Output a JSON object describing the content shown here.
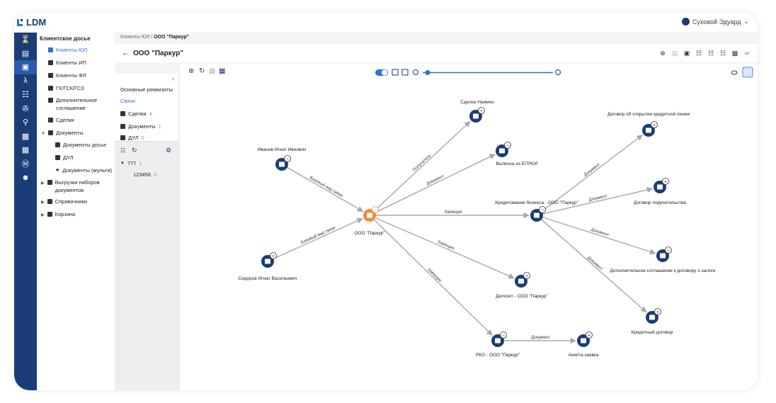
{
  "app": {
    "title": "LDM",
    "user": "Суховой Эдуард"
  },
  "sidebar": {
    "title": "Клиентское досье",
    "items": [
      {
        "label": "Клиенты ЮЛ",
        "active": true
      },
      {
        "label": "Клиенты ИП"
      },
      {
        "label": "Клиенты ФЛ"
      },
      {
        "label": "ГК/ГСК/ГСЗ"
      },
      {
        "label": "Дополнительное соглашение"
      },
      {
        "label": "Сделки"
      },
      {
        "label": "Документы"
      },
      {
        "label": "Документы досье"
      },
      {
        "label": "ДУЛ"
      },
      {
        "label": "Документы (мульти)"
      },
      {
        "label": "Выгрузки наборов документов"
      },
      {
        "label": "Справочники"
      },
      {
        "label": "Корзина"
      }
    ]
  },
  "breadcrumb": {
    "root": "Клиенты ЮЛ",
    "sep": "/",
    "current": "ООО \"Паркур\""
  },
  "page": {
    "title": "ООО \"Паркур\""
  },
  "panel": {
    "tabs": [
      "Основные реквизиты",
      "Связи"
    ],
    "links": [
      {
        "label": "Сделки",
        "count": "4"
      },
      {
        "label": "Документы",
        "count": "1"
      },
      {
        "label": "ДУЛ",
        "count": "0"
      }
    ],
    "tree": [
      {
        "label": "777",
        "count": "1"
      },
      {
        "label": "123456",
        "count": "0"
      }
    ]
  },
  "graph": {
    "nodes": [
      {
        "id": "center",
        "label": "ООО \"Паркур\""
      },
      {
        "id": "ivanov",
        "label": "Иванов Игнат Ивнович"
      },
      {
        "id": "sidorov",
        "label": "Сидоров Игнат Васильевич"
      },
      {
        "id": "naim",
        "label": "Сделка Наимен"
      },
      {
        "id": "egrul",
        "label": "Выписка из ЕГРЮЛ"
      },
      {
        "id": "kredit",
        "label": "Кредитование бизнеса - ООО \"Паркур\""
      },
      {
        "id": "deposit",
        "label": "Депозит - ООО \"Паркур\""
      },
      {
        "id": "rko",
        "label": "РКО - ООО \"Паркур\""
      },
      {
        "id": "anketa",
        "label": "Анкета-заявка"
      },
      {
        "id": "dogkl",
        "label": "Договор об открытии кредитной линии"
      },
      {
        "id": "dogpor",
        "label": "Договор поручительства"
      },
      {
        "id": "dopsogl",
        "label": "Дополнительное соглашение к договору о залоге"
      },
      {
        "id": "kreddog",
        "label": "Кредитный договор"
      }
    ],
    "edges": [
      {
        "label": "Базовый вид связи"
      },
      {
        "label": "Базовый вид связи"
      },
      {
        "label": "Получатель"
      },
      {
        "label": "Документ"
      },
      {
        "label": "Заёмщик"
      },
      {
        "label": "Заёмщик"
      },
      {
        "label": "Заёмщик"
      },
      {
        "label": "Документ"
      },
      {
        "label": "Документ"
      },
      {
        "label": "Документ"
      },
      {
        "label": "Документ"
      },
      {
        "label": "Документ"
      }
    ]
  },
  "colors": {
    "accent": "#1a3d78",
    "orange": "#f08a3c",
    "edge": "#a8a8a8",
    "link": "#2f6fd6"
  }
}
